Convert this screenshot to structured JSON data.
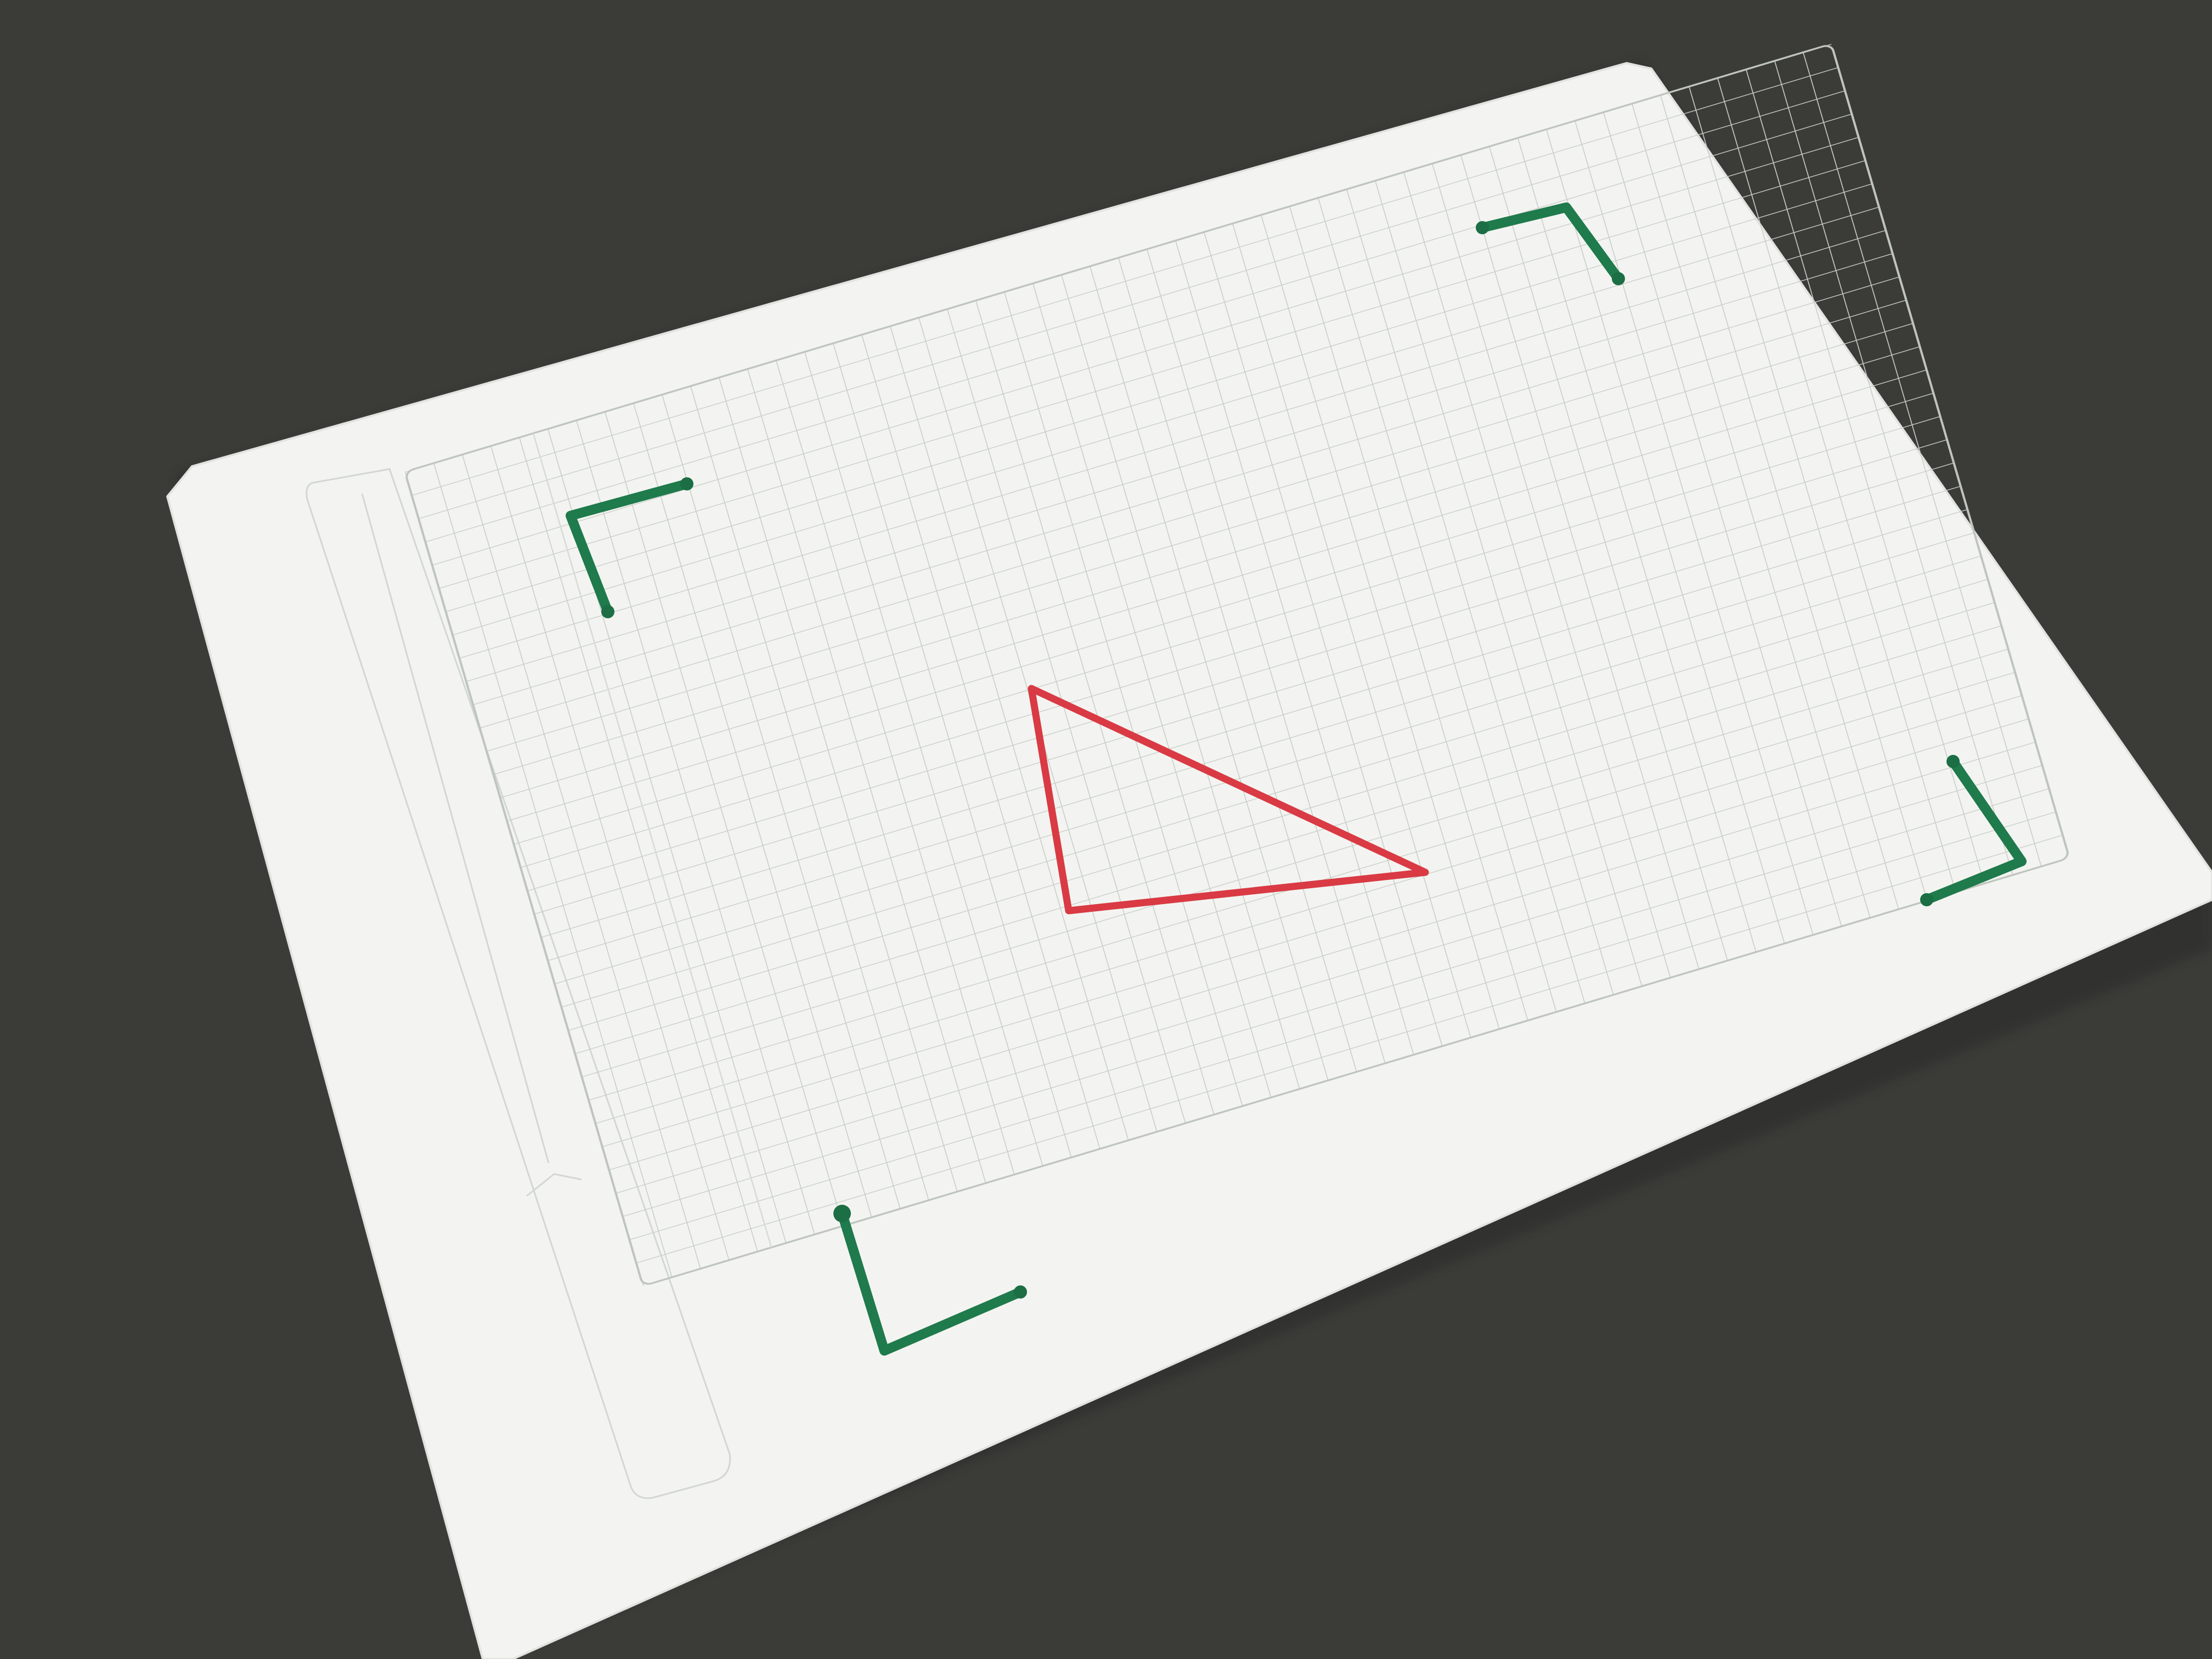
{
  "scene": {
    "table_color": "#3b3b37",
    "paper_color": "#f3f4f1",
    "paper_shadow_color": "#dcdcd8",
    "grid_line_color": "#c9cec8",
    "grid_panel_border_color": "#bfc5be",
    "corner_marker_color": "#1f7a4c",
    "triangle_color": "#d93a44"
  },
  "objects": {
    "paper": {
      "description_icon": "graph-paper-sheet"
    },
    "corner_markers": [
      "top-left",
      "top-right",
      "bottom-right",
      "bottom-left"
    ],
    "shape": {
      "icon": "triangle-outline"
    }
  }
}
